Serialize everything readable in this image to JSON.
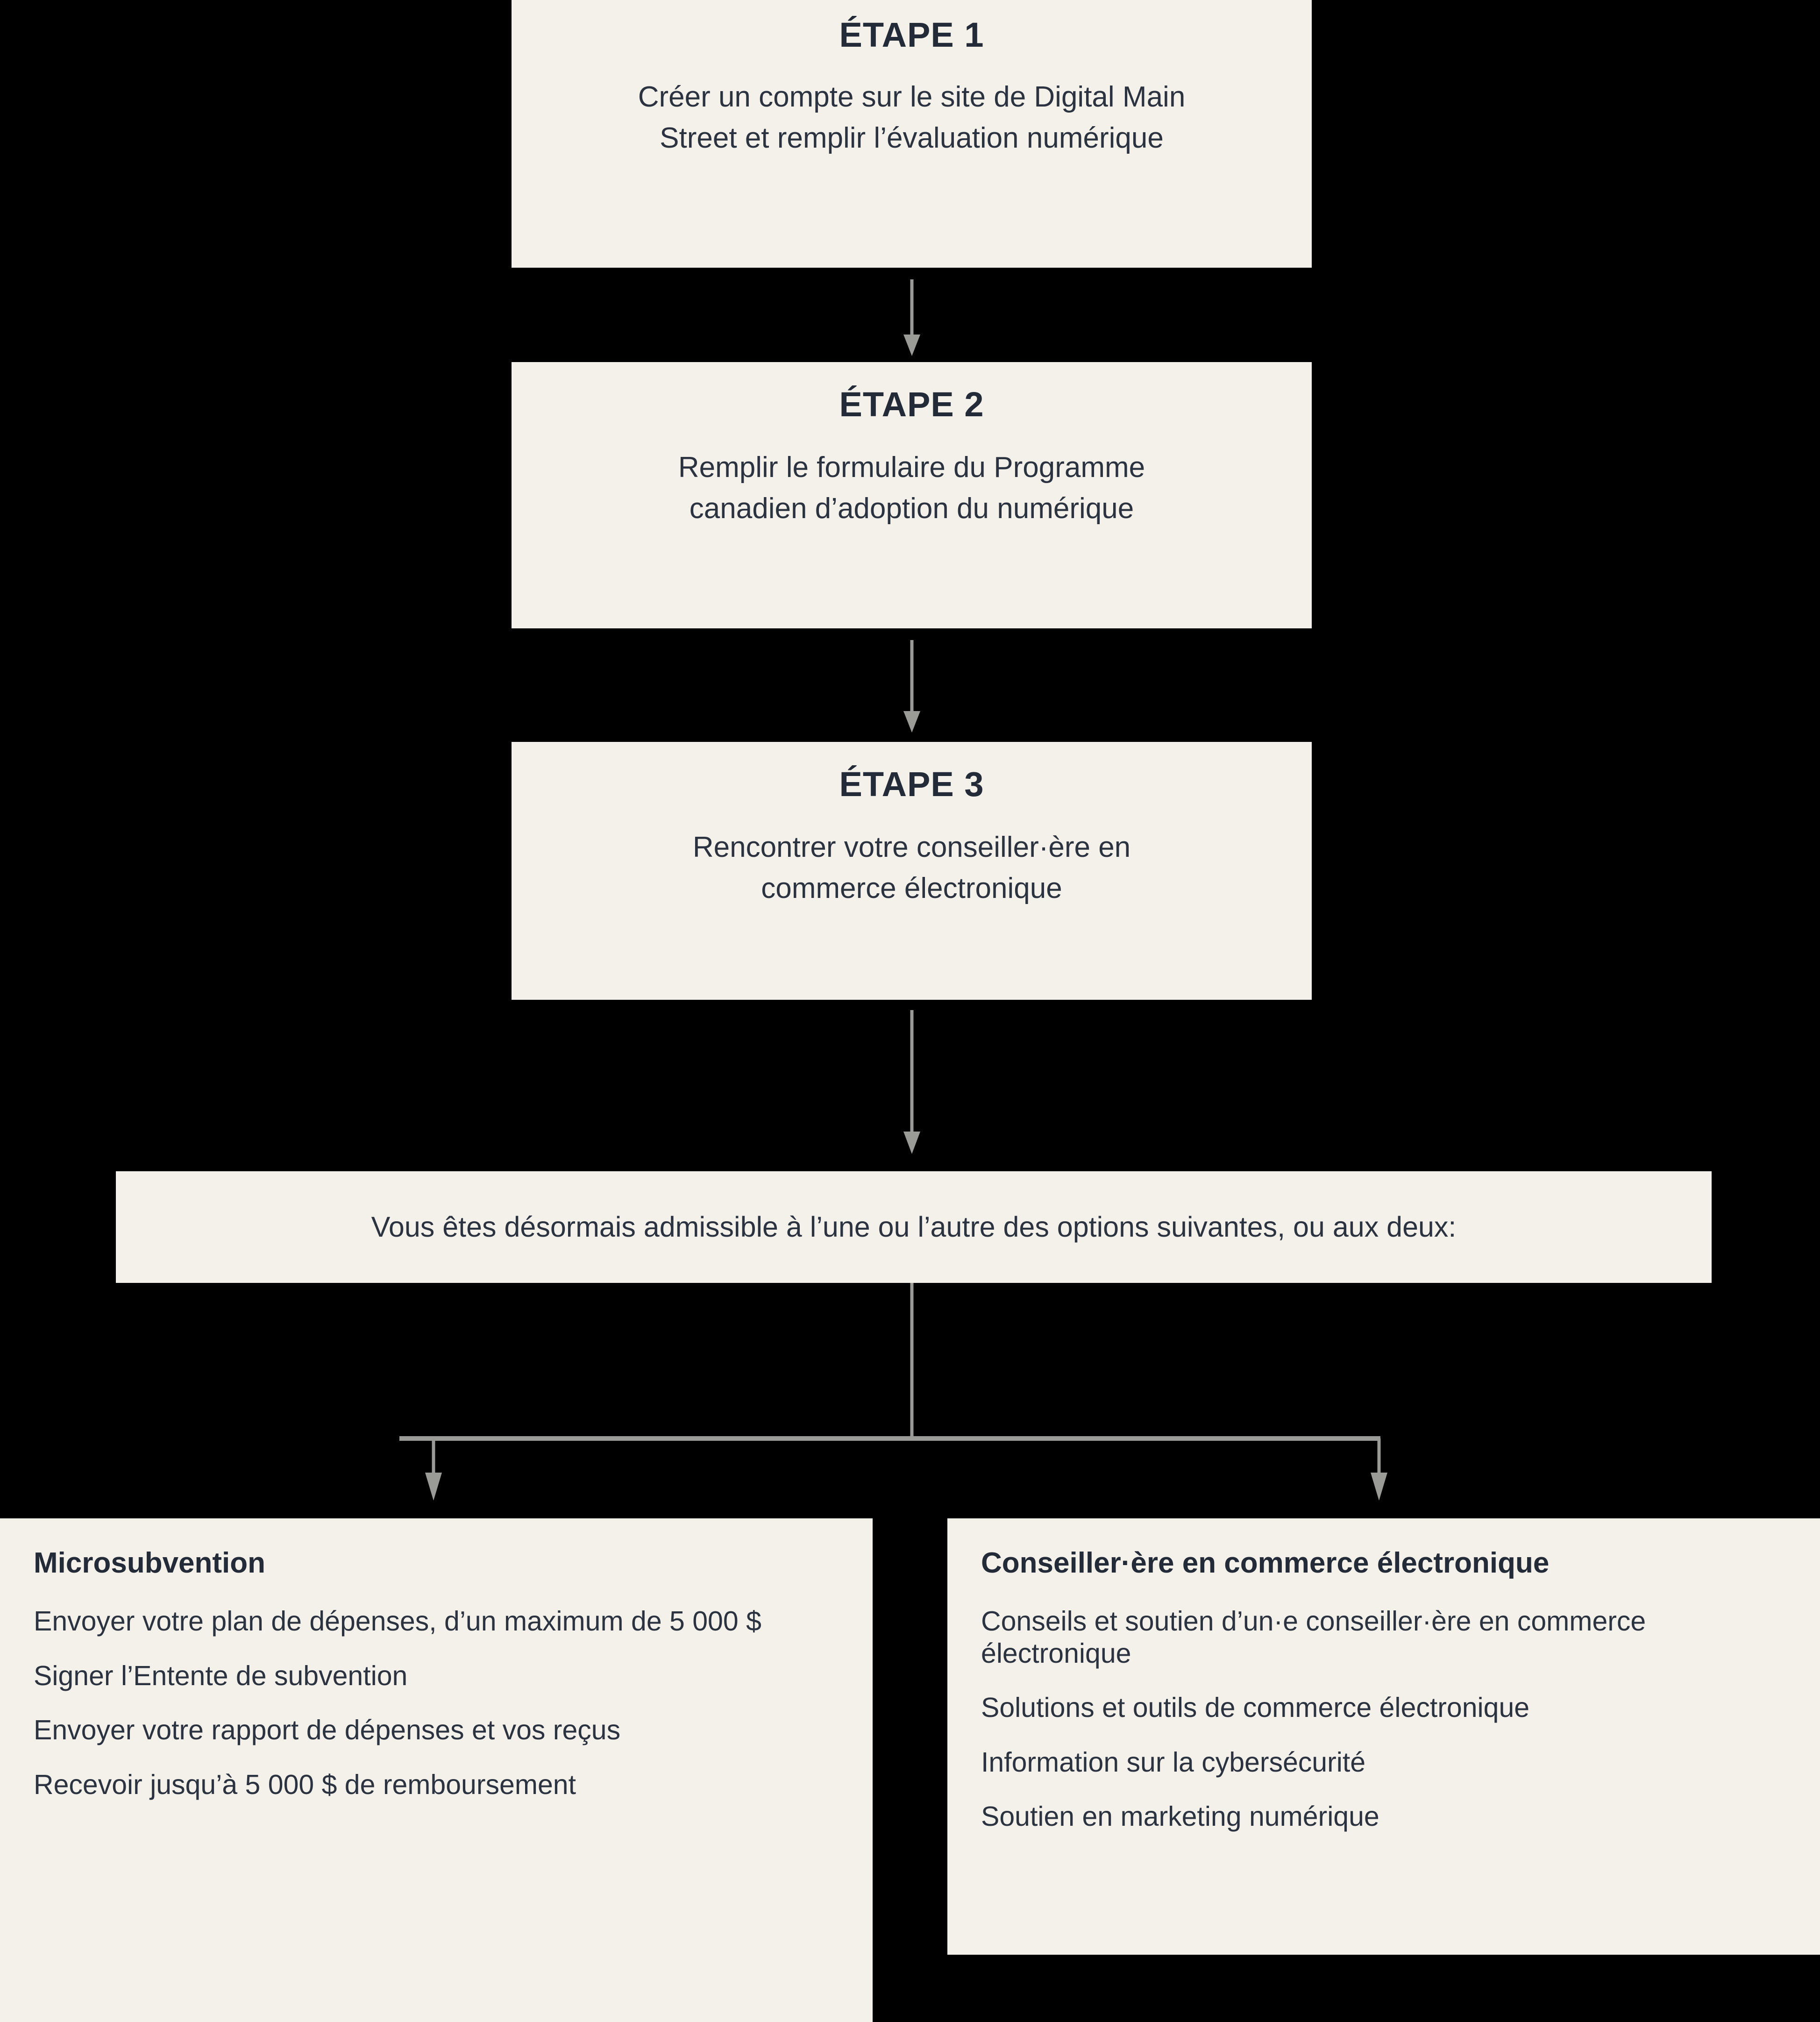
{
  "theme": {
    "background": "#000000",
    "box_fill": "#F4F1EA",
    "text_color": "#232B38",
    "connector_color": "#9A9A96"
  },
  "steps": [
    {
      "title": "ÉTAPE 1",
      "body_line1": "Créer un compte sur le site de Digital Main",
      "body_line2": "Street et remplir l’évaluation numérique"
    },
    {
      "title": "ÉTAPE 2",
      "body_line1": "Remplir le formulaire du Programme",
      "body_line2": "canadien d’adoption du numérique"
    },
    {
      "title": "ÉTAPE 3",
      "body_line1": "Rencontrer votre conseiller·ère en",
      "body_line2": "commerce électronique"
    }
  ],
  "banner": {
    "text": "Vous êtes désormais admissible à l’une ou l’autre des options suivantes, ou aux deux:"
  },
  "options": {
    "left": {
      "title": "Microsubvention",
      "items": [
        "Envoyer votre plan de dépenses, d’un maximum de 5 000 $",
        "Signer l’Entente de subvention",
        "Envoyer votre rapport de dépenses et vos reçus",
        "Recevoir jusqu’à 5 000 $ de remboursement"
      ]
    },
    "right": {
      "title": "Conseiller·ère en commerce électronique",
      "items": [
        "Conseils et soutien d’un·e conseiller·ère en commerce électronique",
        "Solutions et outils de commerce électronique",
        "Information sur la cybersécurité",
        "Soutien en marketing numérique"
      ]
    }
  },
  "connectors": [
    {
      "name": "arrow-step1-to-step2"
    },
    {
      "name": "arrow-step2-to-step3"
    },
    {
      "name": "arrow-step3-to-banner"
    },
    {
      "name": "split-from-banner"
    },
    {
      "name": "arrow-to-microsubvention"
    },
    {
      "name": "arrow-to-conseiller"
    }
  ]
}
